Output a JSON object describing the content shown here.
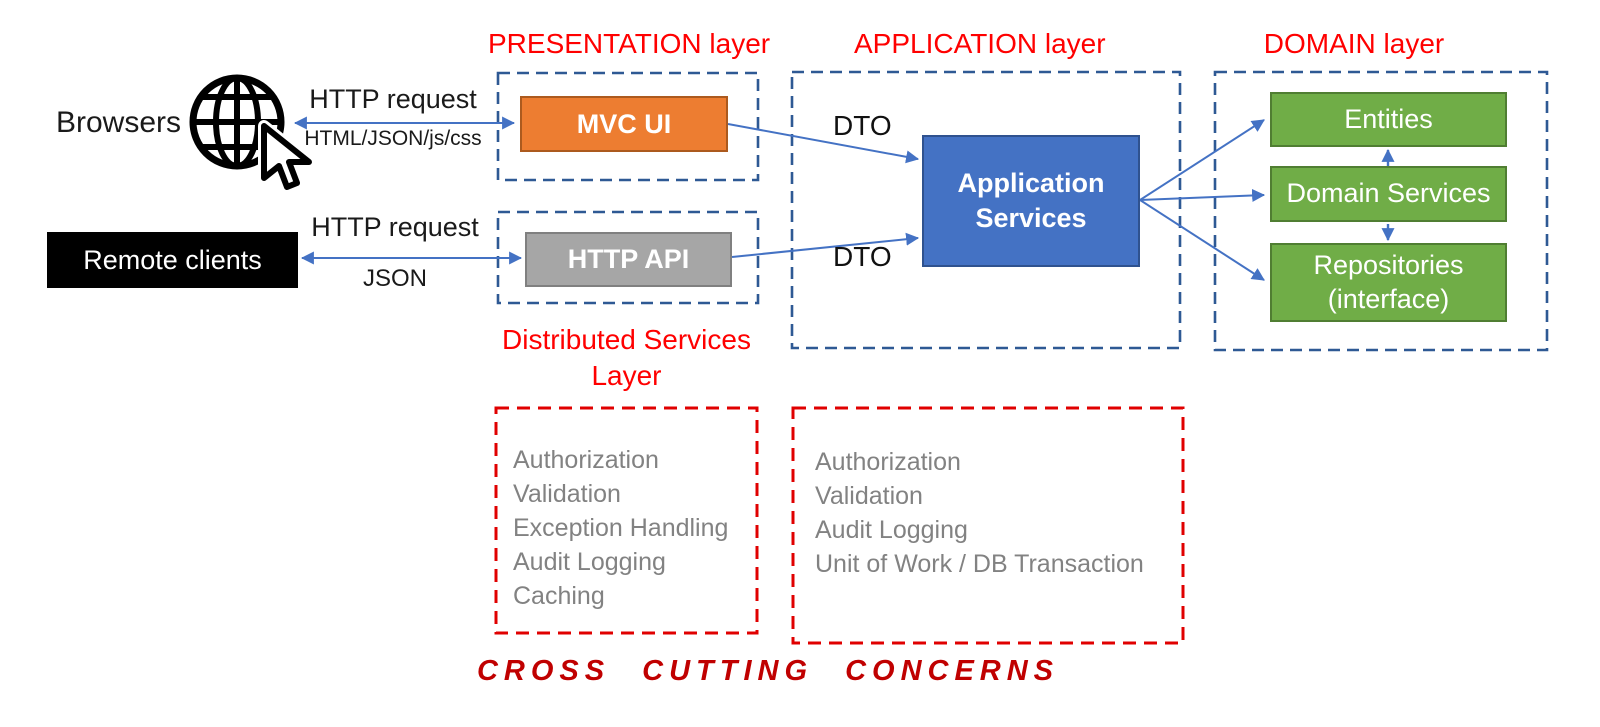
{
  "clients": {
    "browsers_label": "Browsers",
    "remote_label": "Remote clients"
  },
  "arrows": {
    "browser_top": "HTTP request",
    "browser_bottom": "HTML/JSON/js/css",
    "remote_top": "HTTP request",
    "remote_bottom": "JSON",
    "dto_top": "DTO",
    "dto_bottom": "DTO"
  },
  "presentation": {
    "title": "PRESENTATION layer",
    "mvc_ui": "MVC UI",
    "http_api": "HTTP API",
    "sub_title_line1": "Distributed Services",
    "sub_title_line2": "Layer"
  },
  "application": {
    "title": "APPLICATION layer",
    "services": "Application Services"
  },
  "domain": {
    "title": "DOMAIN layer",
    "entities": "Entities",
    "domain_services": "Domain Services",
    "repositories": "Repositories (interface)"
  },
  "cross_cutting": {
    "caption": "CROSS CUTTING CONCERNS",
    "left_items": [
      "Authorization",
      "Validation",
      "Exception Handling",
      "Audit Logging",
      "Caching"
    ],
    "right_items": [
      "Authorization",
      "Validation",
      "Audit Logging",
      "Unit of Work / DB Transaction"
    ]
  },
  "icons": {
    "globe": "globe-with-cursor"
  },
  "colors": {
    "arrow_blue": "#4472c4",
    "dashed_blue": "#2e5994",
    "dashed_red": "#e00000",
    "title_red": "#ff0000",
    "caption_red": "#c00000",
    "orange_fill": "#ed7d31",
    "gray_fill": "#a6a6a6",
    "blue_fill": "#4472c4",
    "green_fill": "#70ad47",
    "concern_gray": "#828282"
  }
}
